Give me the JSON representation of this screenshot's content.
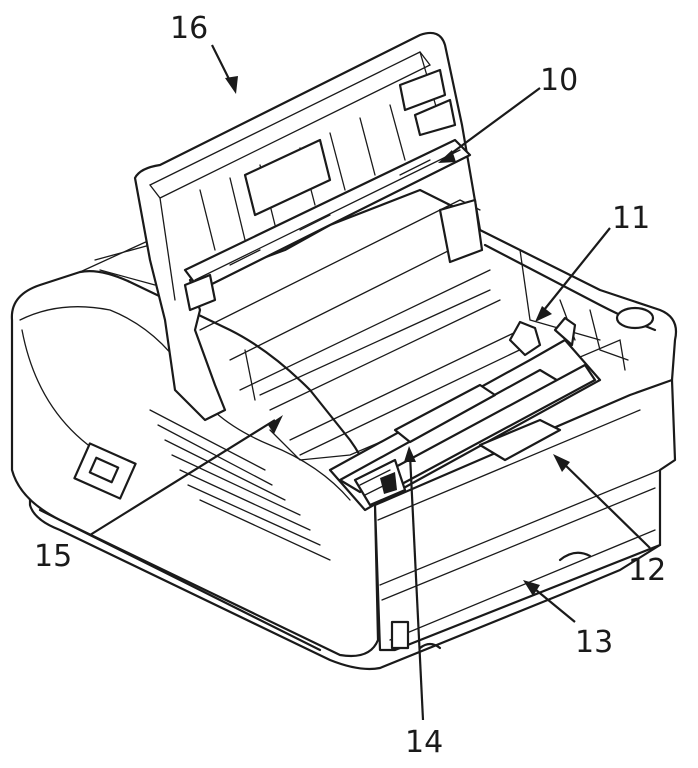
{
  "callouts": {
    "c16": "16",
    "c10": "10",
    "c11": "11",
    "c15": "15",
    "c12": "12",
    "c13": "13",
    "c14": "14"
  }
}
